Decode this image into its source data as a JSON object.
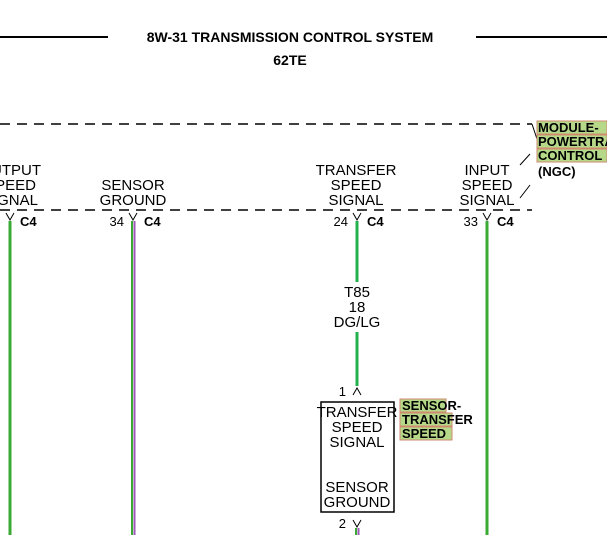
{
  "title": "8W-31 TRANSMISSION CONTROL SYSTEM",
  "subtitle": "62TE",
  "module": {
    "name_lines": [
      "MODULE-",
      "POWERTRAIN",
      "CONTROL"
    ],
    "variant": "(NGC)",
    "connector": "C4",
    "highlight_color": "#b5d989",
    "highlight_border": "#d08a70"
  },
  "pins": [
    {
      "label_lines": [
        "OUTPUT",
        "SPEED",
        "SIGNAL"
      ],
      "number": "",
      "connector": "C4",
      "wire_color": "#3aaa35"
    },
    {
      "label_lines": [
        "SENSOR",
        "GROUND"
      ],
      "number": "34",
      "connector": "C4",
      "wire_color": "#9b59b6"
    },
    {
      "label_lines": [
        "TRANSFER",
        "SPEED",
        "SIGNAL"
      ],
      "number": "24",
      "connector": "C4",
      "wire_color": "#22b14c"
    },
    {
      "label_lines": [
        "INPUT",
        "SPEED",
        "SIGNAL"
      ],
      "number": "33",
      "connector": "C4",
      "wire_color": "#3aaa35"
    }
  ],
  "wire": {
    "circuit": "T85",
    "gauge": "18",
    "color_code": "DG/LG"
  },
  "sensor": {
    "name_lines": [
      "SENSOR-",
      "TRANSFER",
      "SPEED"
    ],
    "top_pin": "1",
    "bottom_pin": "2",
    "top_label_lines": [
      "TRANSFER",
      "SPEED",
      "SIGNAL"
    ],
    "bottom_label_lines": [
      "SENSOR",
      "GROUND"
    ]
  }
}
